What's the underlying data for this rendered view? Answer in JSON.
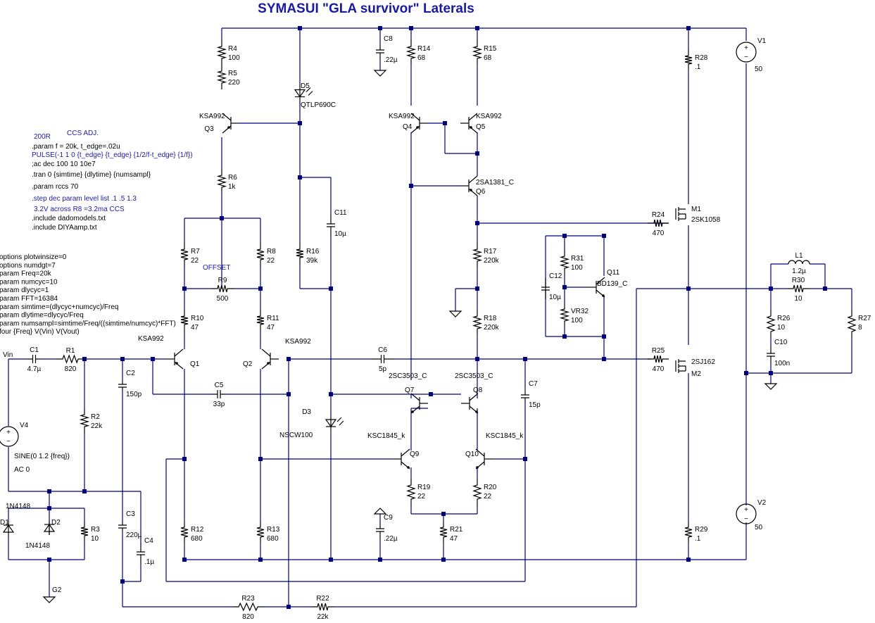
{
  "title": "SYMASUI \"GLA survivor\" Laterals",
  "components": [
    {
      "ref": "R4",
      "value": "100"
    },
    {
      "ref": "R5",
      "value": "220"
    },
    {
      "ref": "R6",
      "value": "1k"
    },
    {
      "ref": "R7",
      "value": "22"
    },
    {
      "ref": "R8",
      "value": "22"
    },
    {
      "ref": "R9",
      "value": "500"
    },
    {
      "ref": "R10",
      "value": "47"
    },
    {
      "ref": "R11",
      "value": "47"
    },
    {
      "ref": "R12",
      "value": "680"
    },
    {
      "ref": "R13",
      "value": "680"
    },
    {
      "ref": "R14",
      "value": "68"
    },
    {
      "ref": "R15",
      "value": "68"
    },
    {
      "ref": "R16",
      "value": "39k"
    },
    {
      "ref": "R17",
      "value": "220k"
    },
    {
      "ref": "R18",
      "value": "220k"
    },
    {
      "ref": "R19",
      "value": "22"
    },
    {
      "ref": "R20",
      "value": "22"
    },
    {
      "ref": "R21",
      "value": "47"
    },
    {
      "ref": "R22",
      "value": "22k"
    },
    {
      "ref": "R23",
      "value": "820"
    },
    {
      "ref": "R24",
      "value": "470"
    },
    {
      "ref": "R25",
      "value": "470"
    },
    {
      "ref": "R26",
      "value": "10"
    },
    {
      "ref": "R27",
      "value": "8"
    },
    {
      "ref": "R28",
      "value": ".1"
    },
    {
      "ref": "R29",
      "value": ".1"
    },
    {
      "ref": "R30",
      "value": "10"
    },
    {
      "ref": "R31",
      "value": "100"
    },
    {
      "ref": "VR32",
      "value": "100"
    },
    {
      "ref": "R1",
      "value": "820"
    },
    {
      "ref": "R2",
      "value": "22k"
    },
    {
      "ref": "R3",
      "value": "10"
    },
    {
      "ref": "C1",
      "value": "4.7µ"
    },
    {
      "ref": "C2",
      "value": "150p"
    },
    {
      "ref": "C3",
      "value": "220µ"
    },
    {
      "ref": "C4",
      "value": ".1µ"
    },
    {
      "ref": "C5",
      "value": "33p"
    },
    {
      "ref": "C6",
      "value": "5p"
    },
    {
      "ref": "C7",
      "value": "15p"
    },
    {
      "ref": "C8",
      "value": ".22µ"
    },
    {
      "ref": "C9",
      "value": ".22µ"
    },
    {
      "ref": "C10",
      "value": "100n"
    },
    {
      "ref": "C11",
      "value": "10µ"
    },
    {
      "ref": "C12",
      "value": "10µ"
    },
    {
      "ref": "L1",
      "value": "1.2µ"
    },
    {
      "ref": "Q1",
      "value": "KSA992"
    },
    {
      "ref": "Q2",
      "value": "KSA992"
    },
    {
      "ref": "Q3",
      "value": "KSA992"
    },
    {
      "ref": "Q4",
      "value": "KSA992"
    },
    {
      "ref": "Q5",
      "value": "KSA992"
    },
    {
      "ref": "Q6",
      "value": "2SA1381_C"
    },
    {
      "ref": "Q7",
      "value": "2SC3503_C"
    },
    {
      "ref": "Q8",
      "value": "2SC3503_C"
    },
    {
      "ref": "Q9",
      "value": "KSC1845_k"
    },
    {
      "ref": "Q10",
      "value": "KSC1845_k"
    },
    {
      "ref": "Q11",
      "value": "BD139_C"
    },
    {
      "ref": "M1",
      "value": "2SK1058"
    },
    {
      "ref": "M2",
      "value": "2SJ162"
    },
    {
      "ref": "D1",
      "value": ""
    },
    {
      "ref": "D2",
      "value": "1N4148"
    },
    {
      "ref": "D3",
      "value": "NSCW100"
    },
    {
      "ref": "D5",
      "value": "QTLP690C"
    },
    {
      "ref": "V1",
      "value": "50"
    },
    {
      "ref": "V2",
      "value": "50"
    },
    {
      "ref": "V4",
      "value": "SINE(0 1.2 {freq})"
    }
  ],
  "labels": {
    "vin": "Vin",
    "g2": "G2",
    "offset": "OFFSET",
    "d1_model": "1N4148",
    "v4_ac": "AC 0"
  },
  "directives": [
    {
      "text": "200R",
      "color": "blue"
    },
    {
      "text": "CCS ADJ.",
      "color": "blue"
    },
    {
      "text": ".param f = 20k, t_edge=.02u",
      "color": "black"
    },
    {
      "text": "PULSE(-1 1 0 {t_edge} {t_edge} {1/2/f-t_edge} {1/f})",
      "color": "blue"
    },
    {
      "text": ";ac dec 100 10 10e7",
      "color": "black"
    },
    {
      "text": ".tran 0 {simtime} {dlytime} {numsampl}",
      "color": "black"
    },
    {
      "text": ".param rccs 70",
      "color": "black"
    },
    {
      "text": ".step dec param level list .1 .5 1.3",
      "color": "blue"
    },
    {
      "text": "3.2V across R8 =3.2ma CCS",
      "color": "blue"
    },
    {
      "text": ".include dadomodels.txt",
      "color": "black"
    },
    {
      "text": ".include DIYAamp.txt",
      "color": "black"
    }
  ],
  "options": [
    "options plotwinsize=0",
    "options numdgt=7",
    "param Freq=20k",
    "param numcyc=10",
    "param dlycyc=1",
    "param FFT=16384",
    "param simtime=(dlycyc+numcyc)/Freq",
    "param dlytime=dlycyc/Freq",
    "param numsampl=simtime/Freq/((simtime/numcyc)*FFT)",
    "four {Freq} V(Vin) V(Vout)"
  ]
}
